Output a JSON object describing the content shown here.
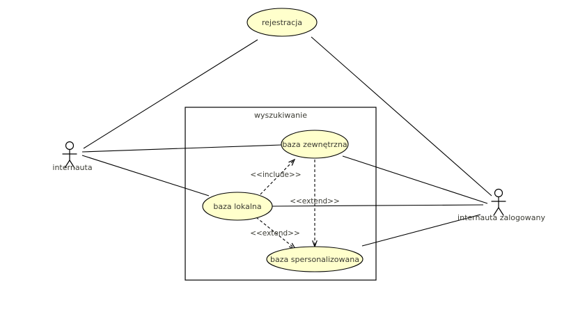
{
  "diagram": {
    "type": "uml-use-case-diagram",
    "background_color": "#ffffff",
    "stroke_color": "#000000",
    "usecase_fill_color": "#ffffcc",
    "text_color": "#3b3b33",
    "boundary": {
      "label": "wyszukiwanie"
    },
    "actors": [
      {
        "id": "internauta",
        "label": "internauta"
      },
      {
        "id": "internauta-zalogowany",
        "label": "internauta zalogowany"
      }
    ],
    "use_cases": [
      {
        "id": "rejestracja",
        "label": "rejestracja"
      },
      {
        "id": "baza-zewnetrzna",
        "label": "baza zewnętrzna"
      },
      {
        "id": "baza-lokalna",
        "label": "baza lokalna"
      },
      {
        "id": "baza-spersonalizowana",
        "label": "baza spersonalizowana"
      }
    ],
    "relationships": [
      {
        "id": "include-lokalna-zewnetrzna",
        "stereotype": "<<include>>",
        "from": "baza-lokalna",
        "to": "baza-zewnetrzna",
        "style": "dashed-arrow"
      },
      {
        "id": "extend-zewnetrzna-spersonalizowana",
        "stereotype": "<<extend>>",
        "from": "baza-zewnetrzna",
        "to": "baza-spersonalizowana",
        "style": "dashed-arrow"
      },
      {
        "id": "extend-lokalna-spersonalizowana",
        "stereotype": "<<extend>>",
        "from": "baza-lokalna",
        "to": "baza-spersonalizowana",
        "style": "dashed-arrow"
      }
    ],
    "associations": [
      {
        "id": "internauta-rejestracja",
        "from": "internauta",
        "to": "rejestracja"
      },
      {
        "id": "internauta-baza-zewnetrzna",
        "from": "internauta",
        "to": "baza-zewnetrzna"
      },
      {
        "id": "internauta-baza-lokalna",
        "from": "internauta",
        "to": "baza-lokalna"
      },
      {
        "id": "zalogowany-rejestracja",
        "from": "internauta-zalogowany",
        "to": "rejestracja"
      },
      {
        "id": "zalogowany-baza-zewnetrzna",
        "from": "internauta-zalogowany",
        "to": "baza-zewnetrzna"
      },
      {
        "id": "zalogowany-baza-lokalna",
        "from": "internauta-zalogowany",
        "to": "baza-lokalna"
      },
      {
        "id": "zalogowany-baza-spersonalizowana",
        "from": "internauta-zalogowany",
        "to": "baza-spersonalizowana"
      }
    ],
    "stereotype_labels": {
      "include": "<<include>>",
      "extend_middle": "<<extend>>",
      "extend_lower": "<<extend>>"
    }
  }
}
